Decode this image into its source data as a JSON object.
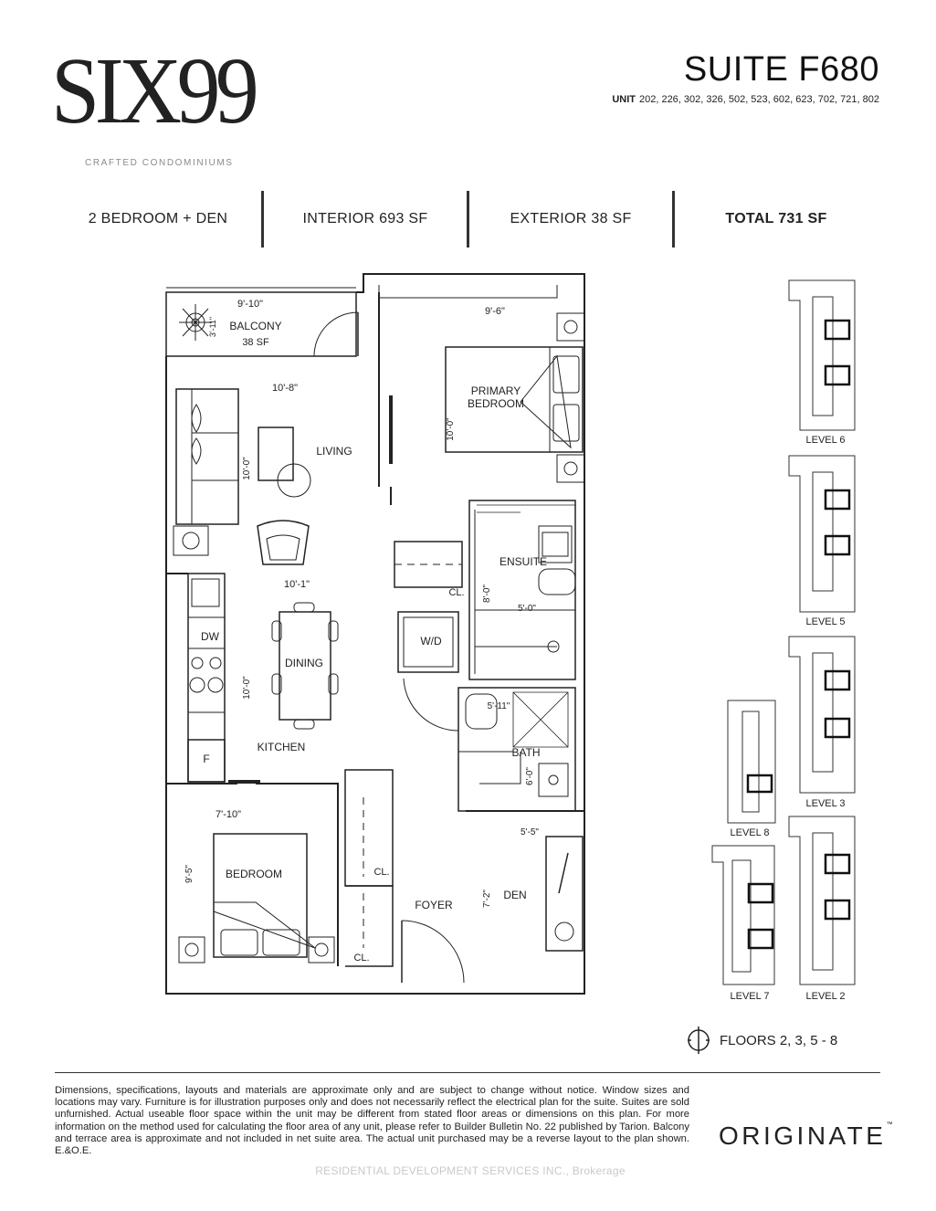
{
  "brand": {
    "logo_text": "SIX99",
    "tagline": "CRAFTED CONDOMINIUMS"
  },
  "suite": {
    "title": "SUITE F680",
    "units_label": "UNIT",
    "units": "202, 226, 302, 326, 502, 523, 602, 623, 702, 721, 802"
  },
  "stats": {
    "type": "2 BEDROOM + DEN",
    "interior": "INTERIOR 693 SF",
    "exterior": "EXTERIOR 38 SF",
    "total": "TOTAL 731 SF"
  },
  "plan": {
    "balcony_dim": "9'-10\"",
    "balcony_label": "BALCONY",
    "balcony_area": "38 SF",
    "balcony_side_dim": "3'-11\"",
    "living_dim_w": "10'-8\"",
    "living_dim_h": "10'-0\"",
    "living_label": "LIVING",
    "primary_dim_w": "9'-6\"",
    "primary_dim_h": "10'-0\"",
    "primary_label_1": "PRIMARY",
    "primary_label_2": "BEDROOM",
    "kitchen_dim_w": "10'-1\"",
    "dining_label": "DINING",
    "dining_dim_h": "10'-0\"",
    "dw_label": "DW",
    "f_label": "F",
    "kitchen_label": "KITCHEN",
    "closet_label": "CL.",
    "wd_label": "W/D",
    "ensuite_label": "ENSUITE",
    "ensuite_dim_h": "8'-0\"",
    "ensuite_dim_w": "5'-0\"",
    "bath_dim_w": "5'-11\"",
    "bath_label": "BATH",
    "bath_dim_h": "6'-0\"",
    "bedroom_dim_w": "7'-10\"",
    "bedroom_dim_h": "9'-5\"",
    "bedroom_label": "BEDROOM",
    "foyer_label": "FOYER",
    "den_dim_w": "5'-5\"",
    "den_dim_h": "7'-2\"",
    "den_label": "DEN"
  },
  "keyplans": {
    "level6": "LEVEL 6",
    "level5": "LEVEL 5",
    "level3": "LEVEL 3",
    "level8": "LEVEL 8",
    "level7": "LEVEL 7",
    "level2": "LEVEL 2"
  },
  "floors": "FLOORS 2, 3, 5 - 8",
  "disclaimer": "Dimensions, specifications, layouts and materials are approximate only and are subject to change without notice. Window sizes and locations may vary. Furniture is for illustration purposes only and does not necessarily reflect the electrical plan for the suite. Suites are sold unfurnished. Actual useable floor space within the unit may be different from stated floor areas or dimensions on this plan. For more information on the method used for calculating the floor area of any unit, please refer to Builder Bulletin No. 22 published by Tarion. Balcony and terrace area is approximate and not included in net suite area. The actual unit purchased may be a reverse layout to the plan shown. E.&O.E.",
  "developer": "ORIGINATE",
  "developer_tm": "™",
  "watermark": "RESIDENTIAL DEVELOPMENT SERVICES INC., Brokerage"
}
